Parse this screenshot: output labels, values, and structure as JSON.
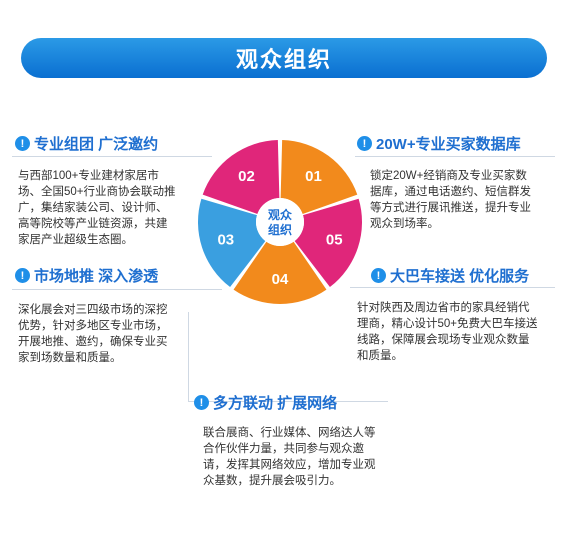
{
  "title": "观众组织",
  "center": {
    "line1": "观众",
    "line2": "组织"
  },
  "colors": {
    "banner": "#1a84dc",
    "heading": "#1f6fd0",
    "magenta": "#e0267a",
    "orange": "#f28a1c",
    "blue": "#3a9fe0"
  },
  "segments": [
    {
      "label": "01",
      "color": "#f28a1c"
    },
    {
      "label": "05",
      "color": "#e0267a"
    },
    {
      "label": "04",
      "color": "#f28a1c"
    },
    {
      "label": "03",
      "color": "#3a9fe0"
    },
    {
      "label": "02",
      "color": "#e0267a"
    }
  ],
  "sections": {
    "s1": {
      "icon": "info-icon",
      "heading": "专业组团 广泛邀约",
      "lines": [
        "与西部100+专业建材家居市",
        "场、全国50+行业商协会联动推",
        "广，集结家装公司、设计师、",
        "高等院校等产业链资源，共建",
        "家居产业超级生态圈。"
      ]
    },
    "s2": {
      "icon": "info-icon",
      "heading": "20W+专业买家数据库",
      "lines": [
        "锁定20W+经销商及专业买家数",
        "据库，通过电话邀约、短信群发",
        "等方式进行展讯推送，提升专业",
        "观众到场率。"
      ]
    },
    "s3": {
      "icon": "info-icon",
      "heading": "市场地推 深入渗透",
      "lines": [
        "深化展会对三四级市场的深挖",
        "优势，针对多地区专业市场，",
        "开展地推、邀约，确保专业买",
        "家到场数量和质量。"
      ]
    },
    "s4": {
      "icon": "info-icon",
      "heading": "大巴车接送 优化服务",
      "lines": [
        "针对陕西及周边省市的家具经销代",
        "理商，精心设计50+免费大巴车接送",
        "线路，保障展会现场专业观众数量",
        "和质量。"
      ]
    },
    "s5": {
      "icon": "info-icon",
      "heading": "多方联动 扩展网络",
      "lines": [
        "联合展商、行业媒体、网络达人等",
        "合作伙伴力量，共同参与观众邀",
        "请，发挥其网络效应，增加专业观",
        "众基数，提升展会吸引力。"
      ]
    }
  }
}
